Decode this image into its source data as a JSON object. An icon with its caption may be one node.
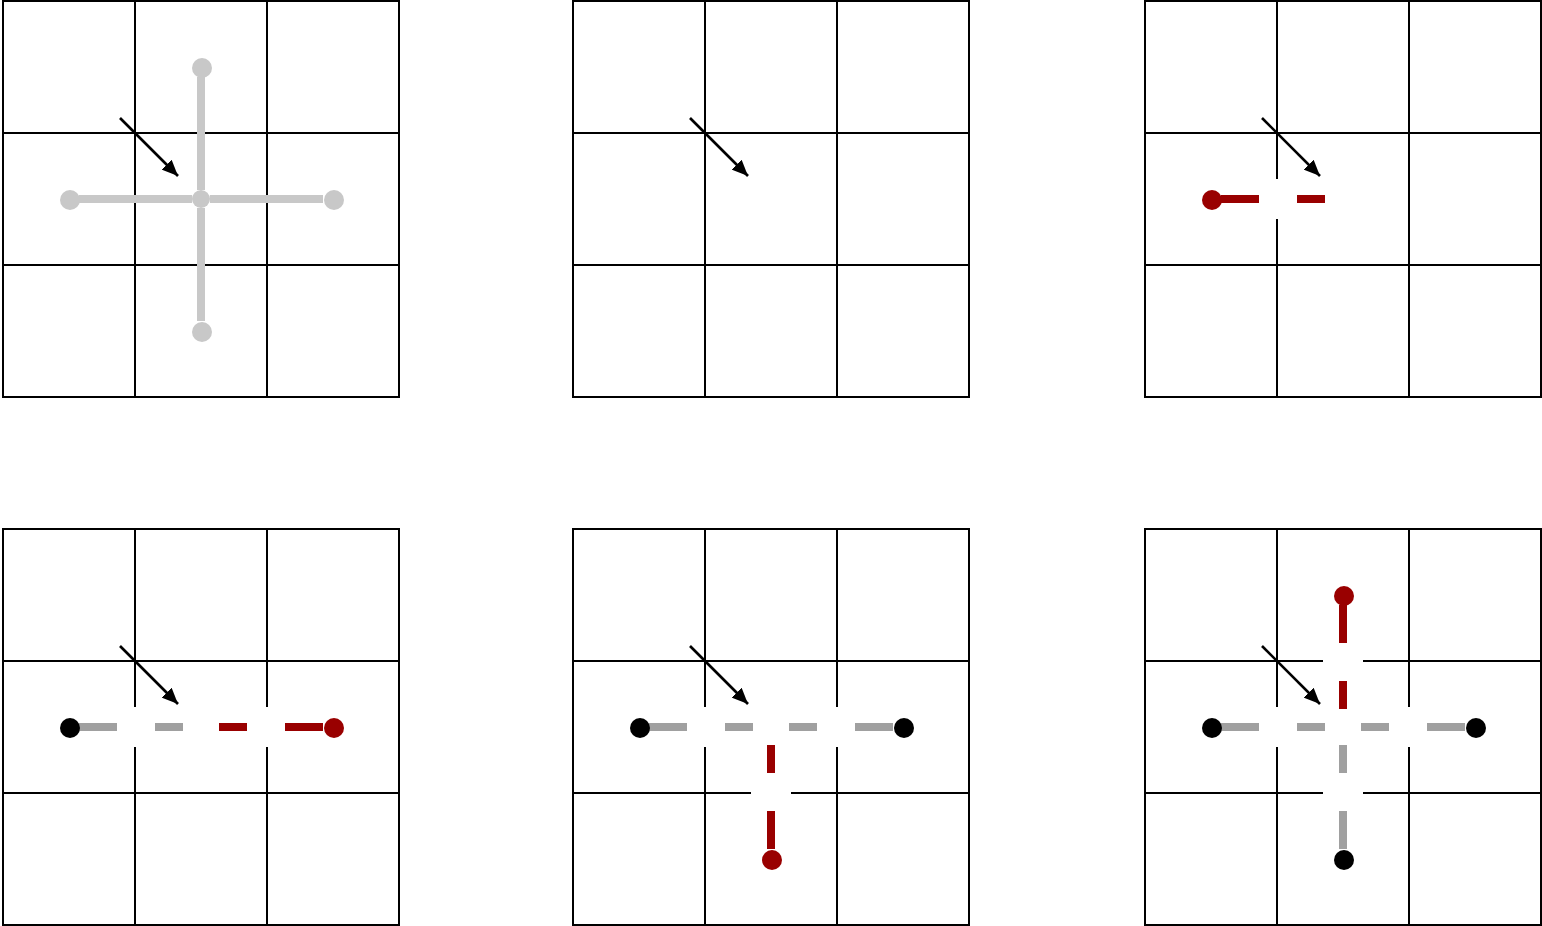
{
  "diagram": {
    "nodes": [
      {
        "text": [],
        "shape": "grid"
      },
      {
        "text": [],
        "shape": "circle",
        "in": 0
      },
      {
        "text": [],
        "shape": "circle",
        "in": 0
      },
      {
        "text": [],
        "shape": "circle",
        "in": 0
      },
      {
        "text": [],
        "shape": "circle",
        "in": 0
      },
      {
        "text": [],
        "shape": "circle",
        "in": 0
      },
      {
        "text": [],
        "shape": "grid"
      },
      {
        "text": [],
        "shape": "grid"
      },
      {
        "text": [],
        "shape": "circle",
        "in": 7
      },
      {
        "text": [],
        "shape": "grid"
      },
      {
        "text": [],
        "shape": "circle",
        "in": 9
      },
      {
        "text": [],
        "shape": "circle",
        "in": 9
      },
      {
        "text": [],
        "shape": "grid"
      },
      {
        "text": [],
        "shape": "circle",
        "in": 12
      },
      {
        "text": [],
        "shape": "circle",
        "in": 12
      },
      {
        "text": [],
        "shape": "circle",
        "in": 12
      },
      {
        "text": [],
        "shape": "grid"
      },
      {
        "text": [],
        "shape": "circle",
        "in": 16
      },
      {
        "text": [],
        "shape": "circle",
        "in": 16
      },
      {
        "text": [],
        "shape": "circle",
        "in": 16
      },
      {
        "text": [],
        "shape": "circle",
        "in": 16
      }
    ],
    "edges": [
      {
        "from": 3,
        "to": 1,
        "arrow": "none",
        "color": "#c8c8c8"
      },
      {
        "from": 3,
        "to": 2,
        "arrow": "none",
        "color": "#c8c8c8"
      },
      {
        "from": 3,
        "to": 4,
        "arrow": "none",
        "color": "#c8c8c8"
      },
      {
        "from": 3,
        "to": 5,
        "arrow": "none",
        "color": "#c8c8c8"
      },
      {
        "from": 8,
        "to": null,
        "arrow": "none",
        "style": "dashed",
        "color": "#990000"
      },
      {
        "from": 10,
        "to": null,
        "arrow": "none",
        "style": "dashed"
      },
      {
        "from": 11,
        "to": null,
        "arrow": "none",
        "style": "dashed",
        "color": "#990000"
      },
      {
        "from": 13,
        "to": null,
        "arrow": "none",
        "style": "dashed"
      },
      {
        "from": 14,
        "to": null,
        "arrow": "none",
        "style": "dashed"
      },
      {
        "from": 15,
        "to": null,
        "arrow": "none",
        "style": "dashed",
        "color": "#990000"
      },
      {
        "from": 17,
        "to": null,
        "arrow": "none",
        "style": "dashed",
        "color": "#990000"
      },
      {
        "from": 18,
        "to": null,
        "arrow": "none",
        "style": "dashed"
      },
      {
        "from": 19,
        "to": null,
        "arrow": "none",
        "style": "dashed"
      },
      {
        "from": 20,
        "to": null,
        "arrow": "none",
        "style": "dashed"
      }
    ]
  }
}
